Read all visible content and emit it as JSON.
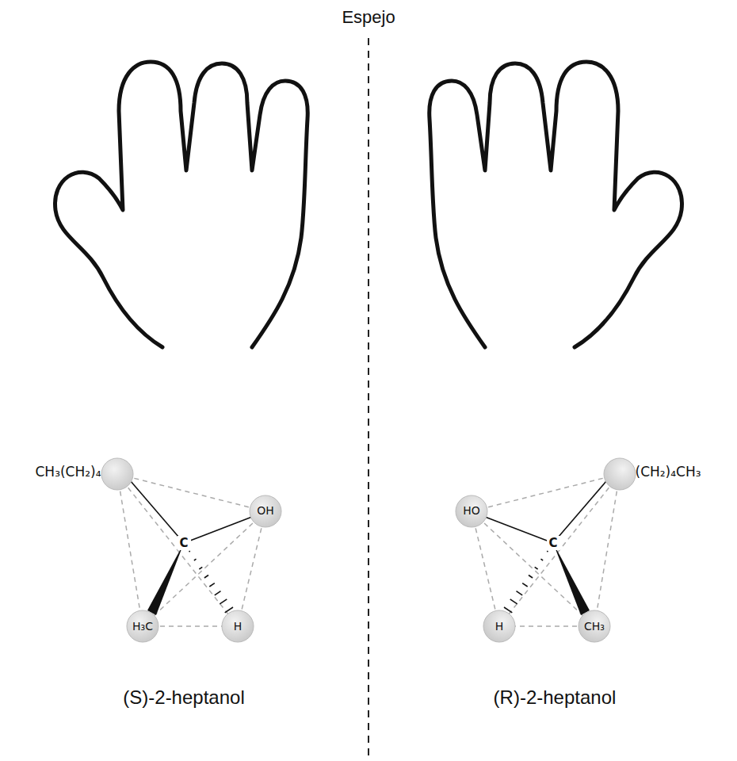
{
  "diagram": {
    "labels": [
      "Espejo",
      "CH₃(CH₂)₄",
      "OH",
      "C",
      "H₃C",
      "H",
      "(S)-2-heptanol",
      "(CH₂)₄CH₃",
      "HO",
      "C",
      "H",
      "CH₃",
      "(R)-2-heptanol"
    ]
  }
}
